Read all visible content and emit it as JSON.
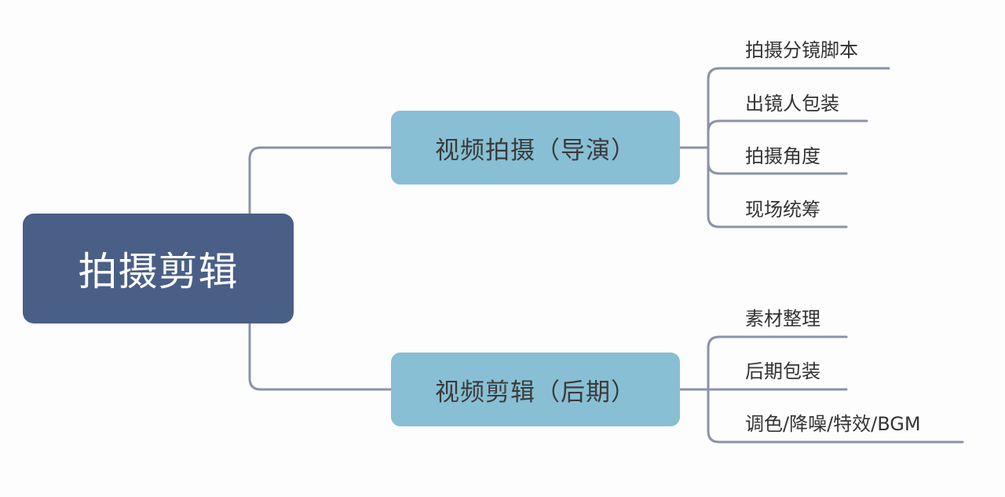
{
  "root": {
    "label": "拍摄剪辑"
  },
  "branches": [
    {
      "label": "视频拍摄（导演）",
      "leaves": [
        "拍摄分镜脚本",
        "出镜人包装",
        "拍摄角度",
        "现场统筹"
      ]
    },
    {
      "label": "视频剪辑（后期）",
      "leaves": [
        "素材整理",
        "后期包装",
        "调色/降噪/特效/BGM"
      ]
    }
  ],
  "colors": {
    "root_fill": "#4a5f86",
    "branch_fill": "#88bfd4",
    "connector": "#8a93a6"
  }
}
